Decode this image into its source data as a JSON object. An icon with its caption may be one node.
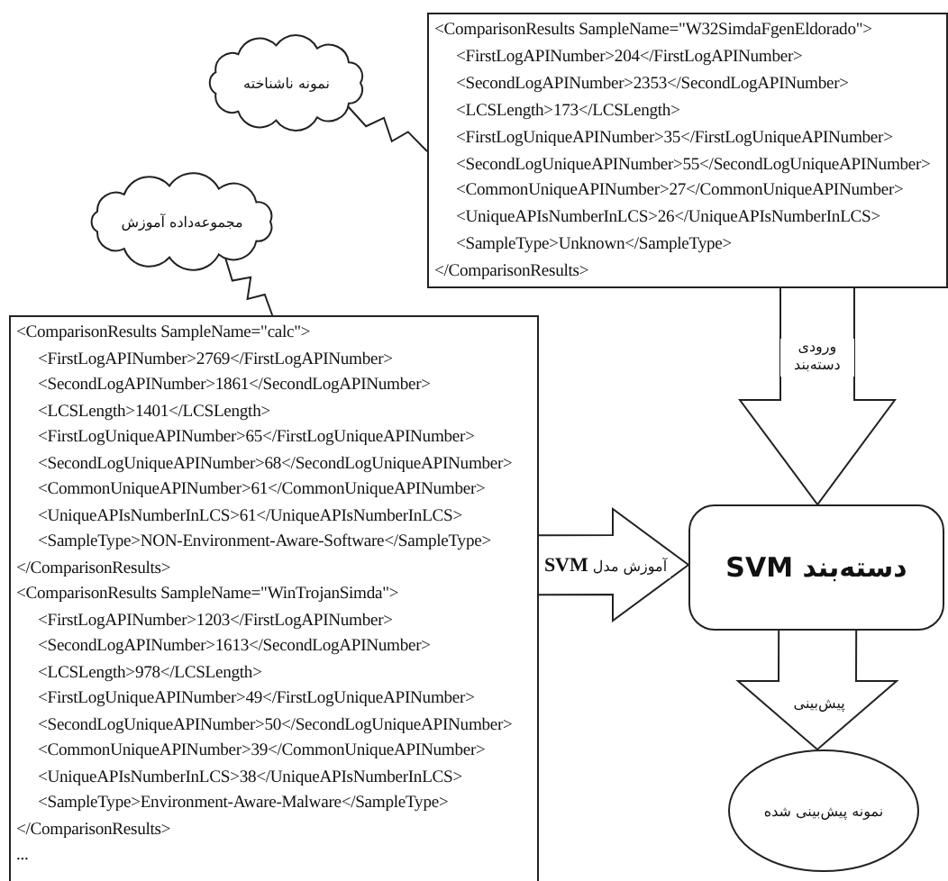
{
  "diagram": {
    "nodes": [
      {
        "text": [
          "نمونه ناشناخته"
        ]
      },
      {
        "text": [
          "<ComparisonResults SampleName=\"W32SimdaFgenEldorado\">",
          "<FirstLogAPINumber>204</FirstLogAPINumber>",
          "<SecondLogAPINumber>2353</SecondLogAPINumber>",
          "<LCSLength>173</LCSLength>",
          "<FirstLogUniqueAPINumber>35</FirstLogUniqueAPINumber>",
          "<SecondLogUniqueAPINumber>55</SecondLogUniqueAPINumber>",
          "<CommonUniqueAPINumber>27</CommonUniqueAPINumber>",
          "<UniqueAPIsNumberInLCS>26</UniqueAPIsNumberInLCS>",
          "<SampleType>Unknown</SampleType>",
          "</ComparisonResults>"
        ]
      },
      {
        "text": [
          "مجموعه‌داده آموزش"
        ]
      },
      {
        "text": [
          "<ComparisonResults SampleName=\"calc\">",
          "<FirstLogAPINumber>2769</FirstLogAPINumber>",
          "<SecondLogAPINumber>1861</SecondLogAPINumber>",
          "<LCSLength>1401</LCSLength>",
          "<FirstLogUniqueAPINumber>65</FirstLogUniqueAPINumber>",
          "<SecondLogUniqueAPINumber>68</SecondLogUniqueAPINumber>",
          "<CommonUniqueAPINumber>61</CommonUniqueAPINumber>",
          "<UniqueAPIsNumberInLCS>61</UniqueAPIsNumberInLCS>",
          "<SampleType>NON-Environment-Aware-Software</SampleType>",
          "</ComparisonResults>",
          "<ComparisonResults SampleName=\"WinTrojanSimda\">",
          "<FirstLogAPINumber>1203</FirstLogAPINumber>",
          "<SecondLogAPINumber>1613</SecondLogAPINumber>",
          "<LCSLength>978</LCSLength>",
          "<FirstLogUniqueAPINumber>49</FirstLogUniqueAPINumber>",
          "<SecondLogUniqueAPINumber>50</SecondLogUniqueAPINumber>",
          "<CommonUniqueAPINumber>39</CommonUniqueAPINumber>",
          "<UniqueAPIsNumberInLCS>38</UniqueAPIsNumberInLCS>",
          "<SampleType>Environment-Aware-Malware</SampleType>",
          "</ComparisonResults>",
          "..."
        ]
      },
      {
        "text": [
          "دسته‌بند SVM"
        ]
      },
      {
        "text": [
          "نمونه پیش‌بینی شده"
        ]
      }
    ],
    "edges": [
      {
        "from": 0,
        "to": 1,
        "arrow": "none"
      },
      {
        "from": 2,
        "to": 3,
        "arrow": "none"
      },
      {
        "from": 1,
        "to": 4,
        "arrow": "to",
        "label": "ورودی دسته‌بند"
      },
      {
        "from": 3,
        "to": 4,
        "arrow": "to",
        "label": "آموزش مدل **SVM**"
      },
      {
        "from": 4,
        "to": 5,
        "arrow": "to",
        "label": "پیش‌بینی"
      }
    ]
  }
}
